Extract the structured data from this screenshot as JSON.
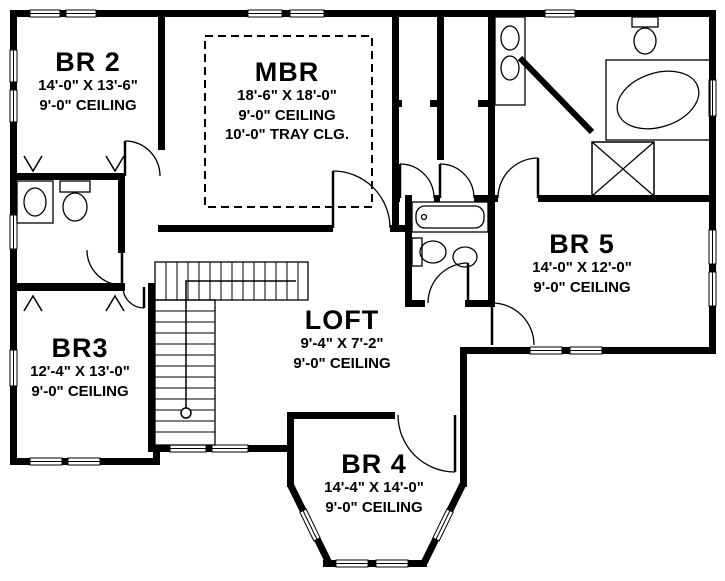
{
  "colors": {
    "wall": "#000000",
    "background": "#ffffff"
  },
  "rooms": {
    "br2": {
      "name": "BR 2",
      "dimensions": "14'-0\" X 13'-6\"",
      "ceiling": "9'-0\" CEILING"
    },
    "mbr": {
      "name": "MBR",
      "dimensions": "18'-6\" X 18'-0\"",
      "ceiling": "9'-0\" CEILING",
      "tray": "10'-0\" TRAY CLG."
    },
    "br5": {
      "name": "BR 5",
      "dimensions": "14'-0\" X 12'-0\"",
      "ceiling": "9'-0\" CEILING"
    },
    "br3": {
      "name": "BR3",
      "dimensions": "12'-4\" X 13'-0\"",
      "ceiling": "9'-0\" CEILING"
    },
    "loft": {
      "name": "LOFT",
      "dimensions": "9'-4\" X 7'-2\"",
      "ceiling": "9'-0\" CEILING"
    },
    "br4": {
      "name": "BR 4",
      "dimensions": "14'-4\" X 14'-0\"",
      "ceiling": "9'-0\" CEILING"
    }
  }
}
